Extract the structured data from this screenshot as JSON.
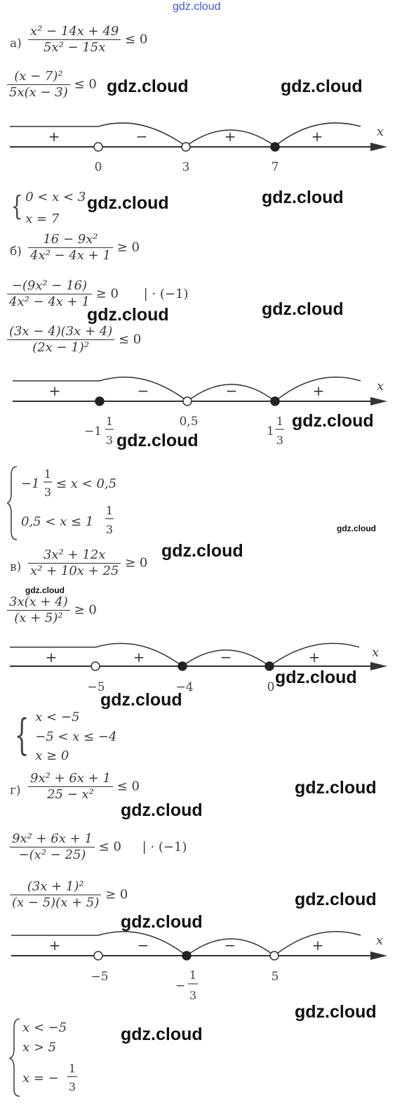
{
  "watermark": {
    "text": "gdz.cloud"
  },
  "part_a": {
    "label": "а)",
    "ineq1": {
      "num": "x² − 14x + 49",
      "den": "5x² − 15x",
      "rel": "≤ 0"
    },
    "ineq2": {
      "num": "(x − 7)²",
      "den": "5x(x − 3)",
      "rel": "≤ 0"
    },
    "signs": [
      "+",
      "−",
      "+",
      "+"
    ],
    "points": [
      {
        "label": "0",
        "filled": false
      },
      {
        "label": "3",
        "filled": false
      },
      {
        "label": "7",
        "filled": true
      }
    ],
    "axis": "x",
    "answer": [
      "0 < x < 3",
      "x = 7"
    ]
  },
  "part_b": {
    "label": "б)",
    "ineq1": {
      "num": "16 − 9x²",
      "den": "4x² − 4x + 1",
      "rel": "≥ 0"
    },
    "ineq2": {
      "num": "−(9x² − 16)",
      "den": "4x² − 4x + 1",
      "rel": "≥ 0",
      "note": "| · (−1)"
    },
    "ineq3": {
      "num": "(3x − 4)(3x + 4)",
      "den": "(2x − 1)²",
      "rel": "≤ 0"
    },
    "signs": [
      "+",
      "−",
      "−",
      "+"
    ],
    "points": [
      {
        "label": "−1 1/3",
        "filled": true
      },
      {
        "label": "0,5",
        "filled": false
      },
      {
        "label": "1 1/3",
        "filled": true
      }
    ],
    "axis": "x",
    "answer": [
      "−1 1/3 ≤ x < 0,5",
      "0,5 < x ≤ 1 1/3"
    ]
  },
  "part_v": {
    "label": "в)",
    "ineq1": {
      "num": "3x² + 12x",
      "den": "x² + 10x + 25",
      "rel": "≥ 0"
    },
    "ineq2": {
      "num": "3x(x + 4)",
      "den": "(x + 5)²",
      "rel": "≥ 0"
    },
    "signs": [
      "+",
      "+",
      "−",
      "+"
    ],
    "points": [
      {
        "label": "−5",
        "filled": false
      },
      {
        "label": "−4",
        "filled": true
      },
      {
        "label": "0",
        "filled": true
      }
    ],
    "axis": "x",
    "answer": [
      "x < −5",
      "−5 < x ≤ −4",
      "x ≥ 0"
    ]
  },
  "part_g": {
    "label": "г)",
    "ineq1": {
      "num": "9x² + 6x + 1",
      "den": "25 − x²",
      "rel": "≤ 0"
    },
    "ineq2": {
      "num": "9x² + 6x + 1",
      "den": "−(x² − 25)",
      "rel": "≤ 0",
      "note": "| · (−1)"
    },
    "ineq3": {
      "num": "(3x + 1)²",
      "den": "(x − 5)(x + 5)",
      "rel": "≥ 0"
    },
    "signs": [
      "+",
      "−",
      "−",
      "+"
    ],
    "points": [
      {
        "label": "−5",
        "filled": false
      },
      {
        "label": "−1/3",
        "filled": true
      },
      {
        "label": "5",
        "filled": false
      }
    ],
    "axis": "x",
    "answer": [
      "x < −5",
      "x > 5",
      "x = −1/3"
    ]
  }
}
